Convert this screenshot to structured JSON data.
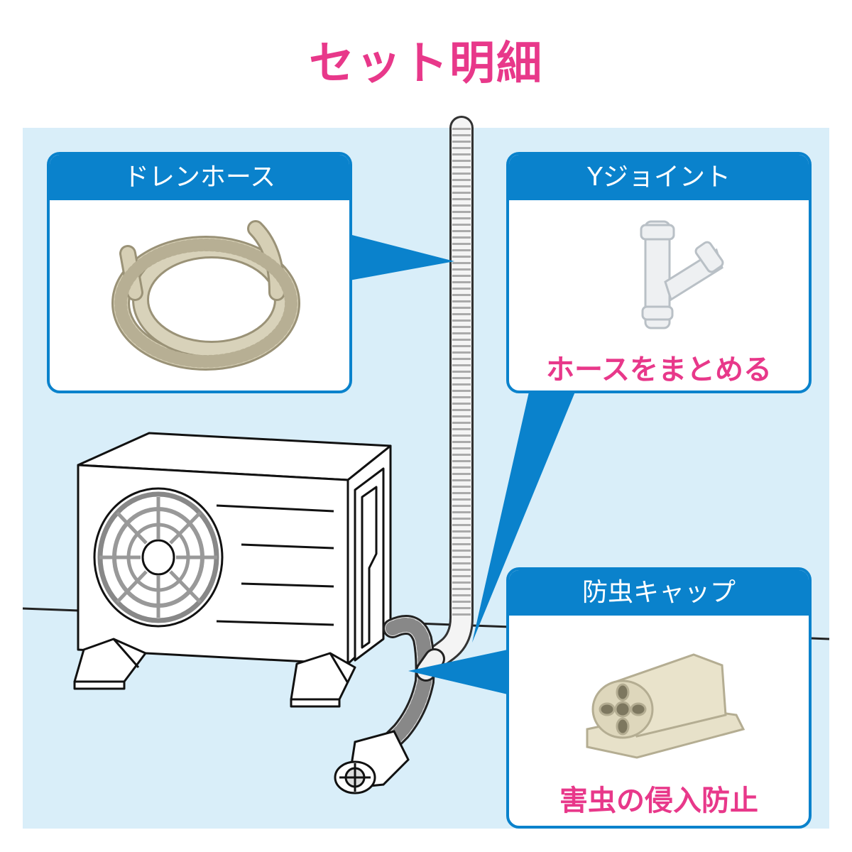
{
  "title": "セット明細",
  "colors": {
    "accent": "#e8388a",
    "brand_blue": "#0a82cc",
    "background_blue": "#d9eef9"
  },
  "parts": [
    {
      "name": "ドレンホース",
      "caption": ""
    },
    {
      "name": "Yジョイント",
      "caption": "ホースをまとめる"
    },
    {
      "name": "防虫キャップ",
      "caption": "害虫の侵入防止"
    }
  ]
}
